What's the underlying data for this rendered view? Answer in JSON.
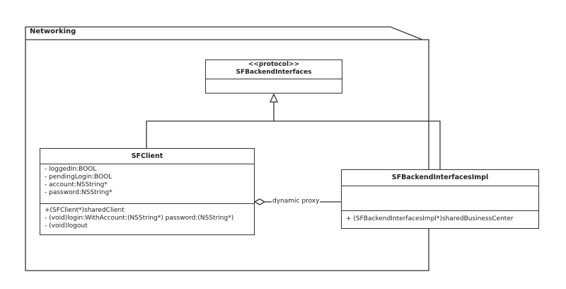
{
  "package": {
    "name": "Networking"
  },
  "protocol": {
    "stereotype": "<<protocol>>",
    "name": "SFBackendInterfaces"
  },
  "client": {
    "name": "SFClient",
    "attributes": [
      "- loggedIn:BOOL",
      "- pendingLogin:BOOL",
      "- account:NSString*",
      "- password:NSString*"
    ],
    "methods": [
      "+(SFClient*)sharedClient",
      "- (void)login:WithAccount:(NSString*) password:(NSString*)",
      "- (void)logout"
    ]
  },
  "impl": {
    "name": "SFBackendInterfacesImpl",
    "methods": [
      "+ (SFBackendInterfacesImpl*)sharedBusinessCenter"
    ]
  },
  "relation": {
    "label": "dynamic proxy"
  }
}
